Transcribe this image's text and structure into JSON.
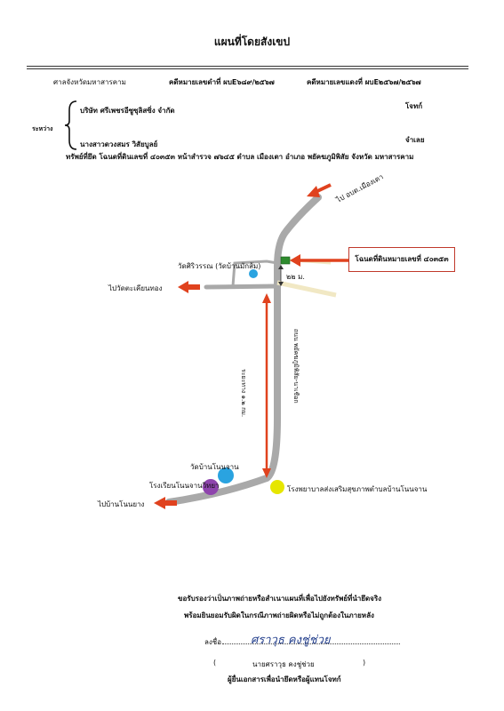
{
  "header": {
    "title": "แผนที่โดยสังเขป",
    "court": "ศาลจังหวัดมหาสารคาม",
    "black_case": "คดีหมายเลขดำที่ ผบE๖๘๙/๒๕๖๗",
    "red_case": "คดีหมายเลขแดงที่ ผบE๒๕๖๗/๒๕๖๗"
  },
  "parties": {
    "between_label": "ระหว่าง",
    "plaintiff_name": "บริษัท ศรีเพชรอีซูซุลิสซิ่ง จำกัด",
    "plaintiff_role": "โจทก์",
    "defendant_name": "นางสาวดวงสมร วิสัยบูลย์",
    "defendant_role": "จำเลย"
  },
  "property": {
    "text": "ทรัพย์ที่ยึด โฉนดที่ดินเลขที่ ๔๐๓๕๓ หน้าสำรวจ ๗๖๔๕ ตำบล เมืองเตา อำเภอ พยัคฆภูมิพิสัย จังหวัด มหาสารคาม"
  },
  "map": {
    "to_north": "ไป อบต.เมืองเตา",
    "to_west": "ไปวัดตะเคียนทอง",
    "to_southwest": "ไปบ้านโนนยาง",
    "parcel_label": "โฉนดที่ดินหมายเลขที่ ๔๐๓๕๓",
    "temple_north": "วัดศิริวรรณ (วัดบ้านมักส้ม)",
    "distance_short": "๒๒ ม.",
    "distance_long": "ระยะทาง ๑.๒ กม.",
    "road_name": "ถนน พยัคฆภูมิพิสัย-นาเชือก",
    "temple_south": "วัดบ้านโนนจาน",
    "school": "โรงเรียนโนนจานวิทยา",
    "hospital": "โรงพยาบาลส่งเสริมสุขภาพตำบลบ้านโนนจาน",
    "colors": {
      "road": "#a9a9a9",
      "arrow": "#e0421e",
      "box": "#c0392b",
      "parcel": "#2e8b2e",
      "temple_dot": "#2aa3e0",
      "school_dot": "#8e44ad",
      "hospital_dot": "#e6e600"
    }
  },
  "certification": {
    "line1": "ขอรับรองว่าเป็นภาพถ่ายหรือสำเนาแผนที่เพื่อไปยังทรัพย์ที่นำยึดจริง",
    "line2": "พร้อมยินยอมรับผิดในกรณีภาพถ่ายผิดหรือไม่ถูกต้องในภายหลัง",
    "sign_label": "ลงชื่อ",
    "signature": "ศราวุธ คงชู่ช่วย",
    "printed_name": "นายศราวุธ คงชู่ช่วย",
    "role": "ผู้ยื่นเอกสารเพื่อนำยึดหรือผู้แทนโจทก์"
  }
}
